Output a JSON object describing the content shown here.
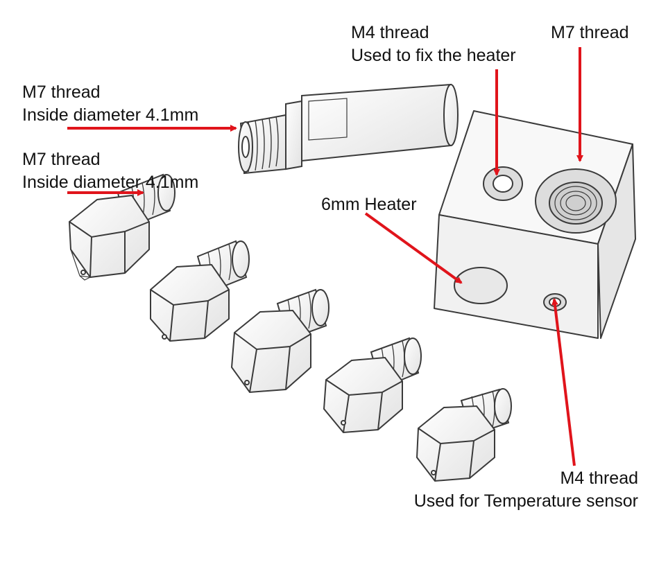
{
  "colors": {
    "arrow": "#e0141b",
    "line": "#3a3a3a",
    "metal": "#f4f4f4",
    "background": "#ffffff"
  },
  "labels": {
    "throat_thread": {
      "line1": "M7 thread",
      "line2": "Inside diameter 4.1mm"
    },
    "nozzle_thread": {
      "line1": "M7 thread",
      "line2": "Inside diameter 4.1mm"
    },
    "heater_screw": {
      "line1": "M4 thread",
      "line2": "Used to fix the heater"
    },
    "block_thread": {
      "line1": "M7 thread"
    },
    "heater_hole": {
      "line1": "6mm Heater"
    },
    "sensor_screw": {
      "line1": "M4 thread",
      "line2": "Used for Temperature sensor"
    }
  },
  "parts": {
    "throat": "heat-break-throat",
    "heater_block": "aluminum-heater-block",
    "nozzle_count": 5
  }
}
